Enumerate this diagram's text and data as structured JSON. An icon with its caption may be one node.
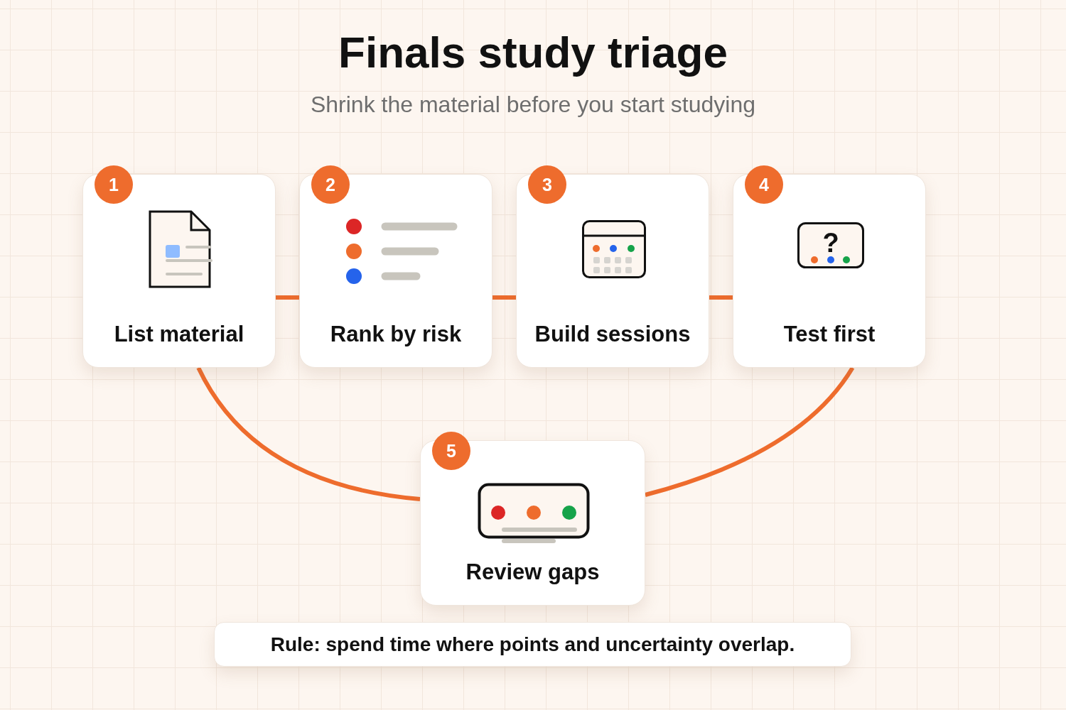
{
  "diagram": {
    "title": "Finals study triage",
    "caption": "Shrink the material before you start studying",
    "nodes": [
      {
        "text": [
          "1",
          "List material"
        ]
      },
      {
        "text": [
          "2",
          "Rank by risk"
        ]
      },
      {
        "text": [
          "3",
          "Build sessions"
        ]
      },
      {
        "text": [
          "4",
          "Test first"
        ]
      },
      {
        "text": [
          "5",
          "Review gaps"
        ]
      },
      {
        "text": [
          "Rule: spend time where points and uncertainty overlap."
        ]
      }
    ],
    "edges": [
      {
        "from": 0,
        "to": 1,
        "arrow": "none"
      },
      {
        "from": 1,
        "to": 2,
        "arrow": "none"
      },
      {
        "from": 2,
        "to": 3,
        "arrow": "none"
      },
      {
        "from": 0,
        "to": 4,
        "arrow": "none"
      },
      {
        "from": 3,
        "to": 4,
        "arrow": "none"
      }
    ],
    "labels": [
      "?"
    ]
  }
}
